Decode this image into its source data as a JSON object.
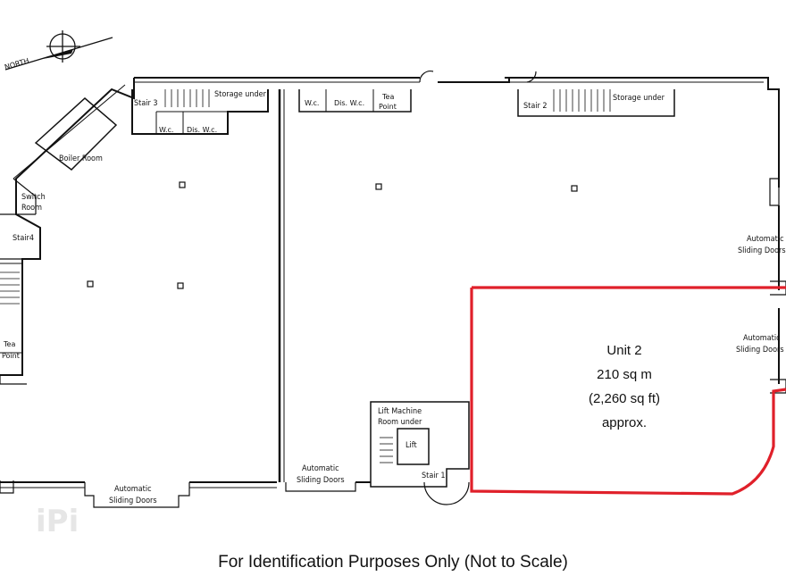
{
  "compass": {
    "label": "NORTH"
  },
  "rooms": {
    "stair3": "Stair 3",
    "storage_under_left": "Storage under",
    "wc_left": "W.c.",
    "dis_wc_left": "Dis. W.c.",
    "wc_mid": "W.c.",
    "dis_wc_mid": "Dis. W.c.",
    "tea_point_top_1": "Tea",
    "tea_point_top_2": "Point",
    "stair2": "Stair 2",
    "storage_under_right": "Storage under",
    "boiler_room": "Boiler Room",
    "switch_room_1": "Switch",
    "switch_room_2": "Room",
    "stair4": "Stair4",
    "tea_point_left_1": "Tea",
    "tea_point_left_2": "Point",
    "lift_machine_1": "Lift Machine",
    "lift_machine_2": "Room under",
    "lift": "Lift",
    "stair1": "Stair 1"
  },
  "doors": {
    "auto_right_upper_1": "Automatic",
    "auto_right_upper_2": "Sliding Doors",
    "auto_right_lower_1": "Automatic",
    "auto_right_lower_2": "Sliding Doors",
    "auto_bottom_mid_1": "Automatic",
    "auto_bottom_mid_2": "Sliding Doors",
    "auto_bottom_left_1": "Automatic",
    "auto_bottom_left_2": "Sliding Doors"
  },
  "unit": {
    "name": "Unit 2",
    "area_sqm": "210 sq m",
    "area_sqft": "(2,260 sq ft)",
    "approx": "approx.",
    "outline_color": "#e0202a"
  },
  "footer": "For Identification Purposes Only (Not to Scale)",
  "watermark": "iPi"
}
